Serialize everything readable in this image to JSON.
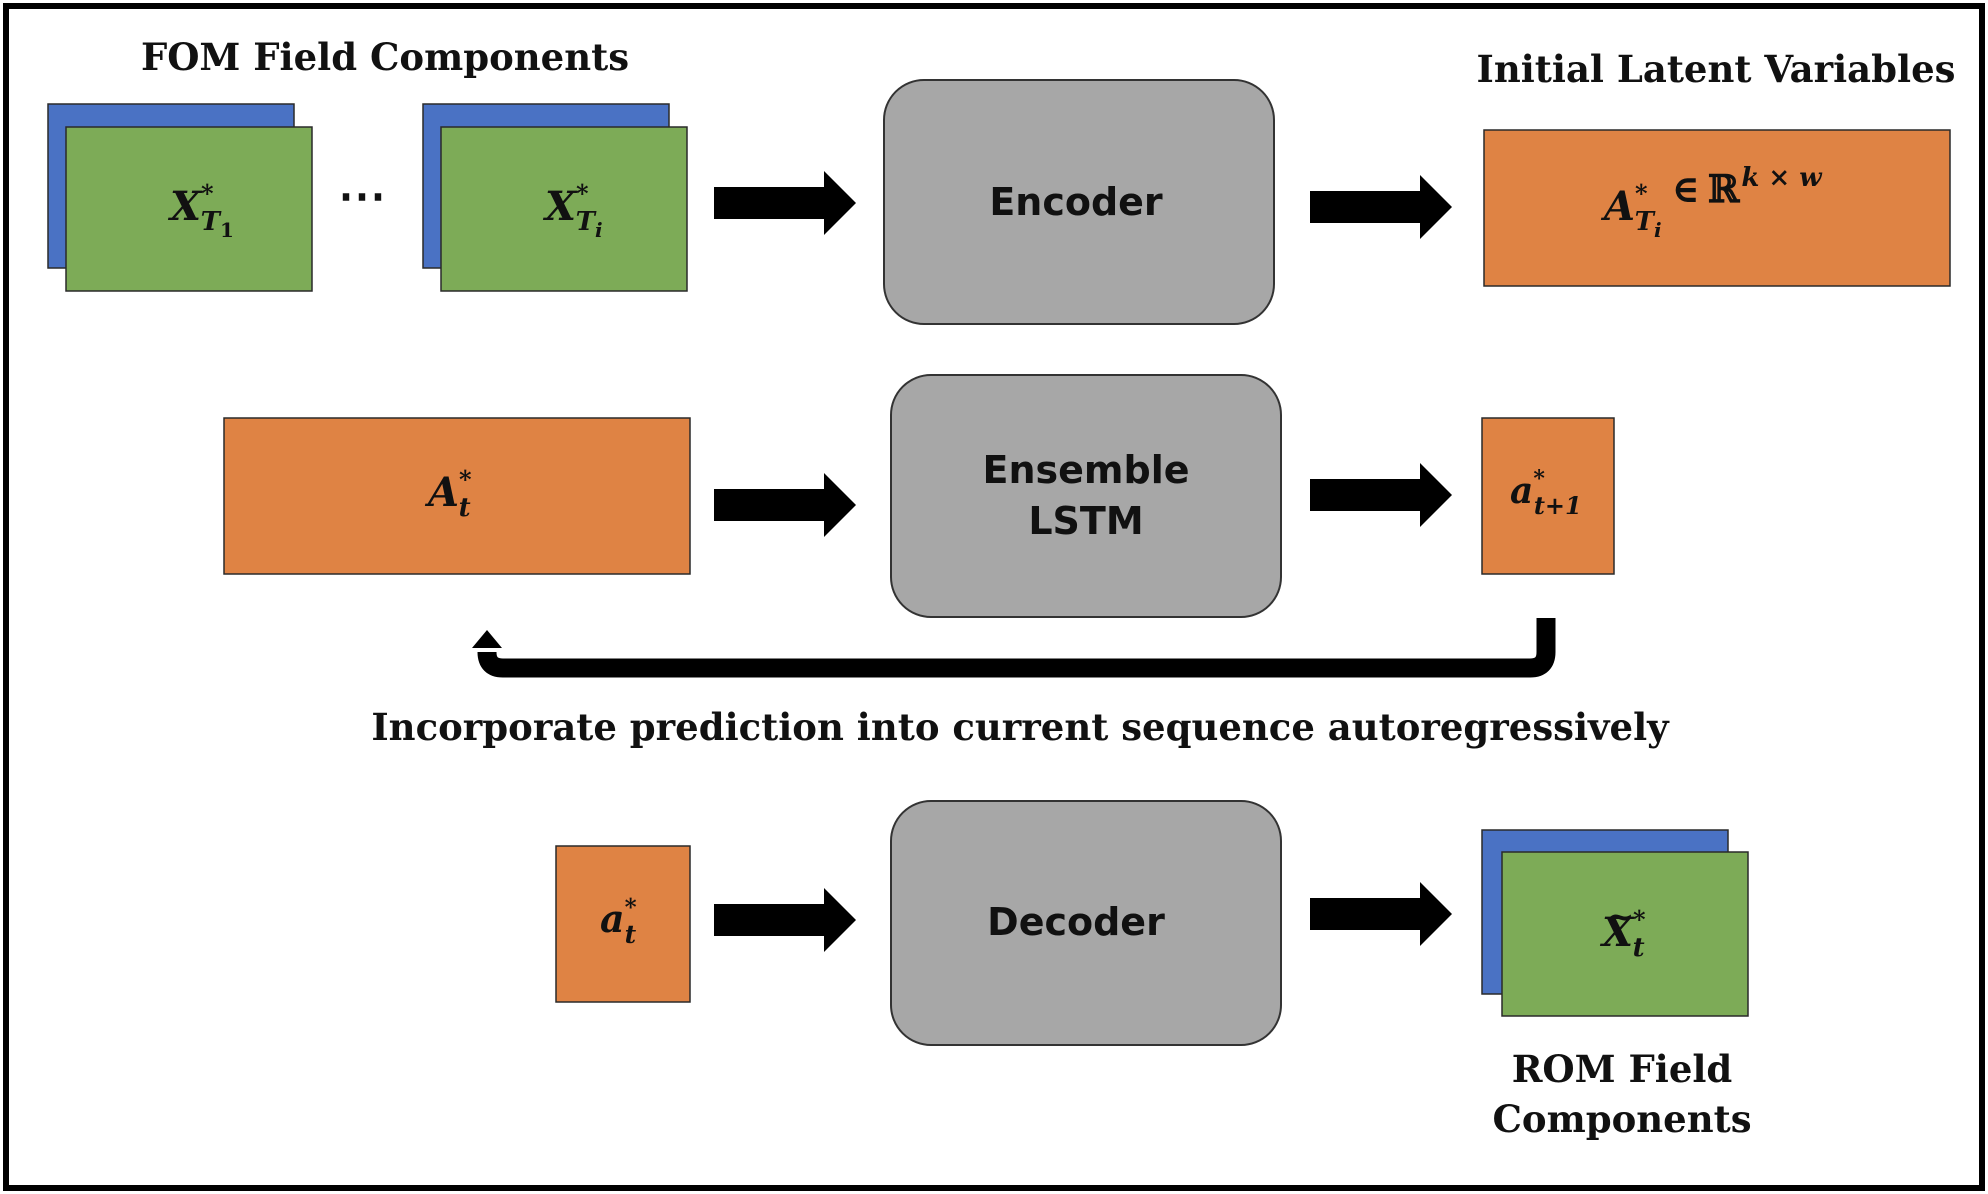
{
  "colors": {
    "frame": "#000000",
    "field_front": "#7dab57",
    "field_back": "#4a72c4",
    "latent": "#df8344",
    "block": "#a7a7a7",
    "arrow": "#000000",
    "text": "#111111"
  },
  "top_row": {
    "fom_title": "FOM Field Components",
    "ellipsis": "⋯",
    "field_1": {
      "base": "X",
      "sup": "*",
      "sub": "T",
      "subsub": "1"
    },
    "field_i": {
      "base": "X",
      "sup": "*",
      "sub": "T",
      "subsub": "i"
    },
    "encoder_label": "Encoder",
    "latent_title": "Initial Latent Variables",
    "latent_var": {
      "base": "A",
      "sup": "*",
      "sub": "T",
      "subsub": "i",
      "relation": "∈",
      "space": "ℝ",
      "dims": "k × w"
    }
  },
  "middle_row": {
    "input_var": {
      "base": "A",
      "sup": "*",
      "sub": "t"
    },
    "lstm_label_line1": "Ensemble",
    "lstm_label_line2": "LSTM",
    "output_var": {
      "base": "a",
      "sup": "*",
      "sub": "t+1"
    },
    "feedback_caption": "Incorporate prediction into current sequence autoregressively"
  },
  "bottom_row": {
    "input_var": {
      "base": "a",
      "sup": "*",
      "sub": "t"
    },
    "decoder_label": "Decoder",
    "output_var": {
      "base": "X",
      "accent": "~",
      "sup": "*",
      "sub": "t"
    },
    "rom_title_line1": "ROM Field",
    "rom_title_line2": "Components"
  }
}
